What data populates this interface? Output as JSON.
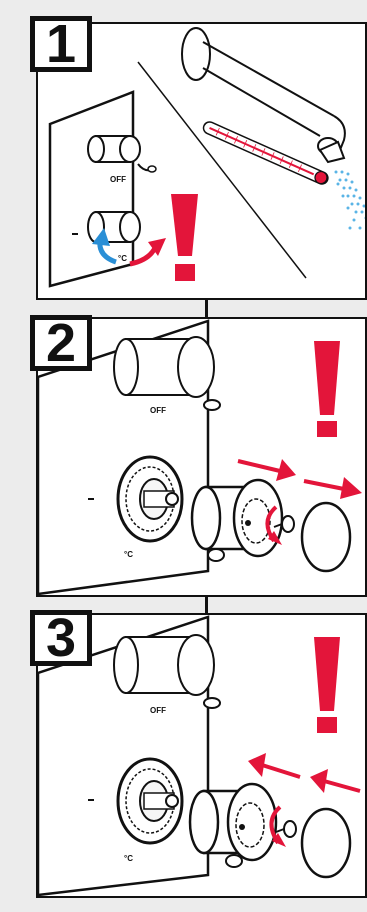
{
  "steps": [
    {
      "number": "1",
      "knob_label_top": "OFF",
      "knob_label_bottom": "°C"
    },
    {
      "number": "2",
      "knob_label_top": "OFF",
      "knob_label_bottom": "°C"
    },
    {
      "number": "3",
      "knob_label_top": "OFF",
      "knob_label_bottom": "°C"
    }
  ],
  "colors": {
    "warning": "#e3153a",
    "cold_arrow": "#2a8fd6",
    "water": "#5ab4e6"
  },
  "icons": [
    "exclamation-warning-icon",
    "thermometer-icon",
    "rotation-arrow-icon",
    "direction-arrow-icon"
  ]
}
